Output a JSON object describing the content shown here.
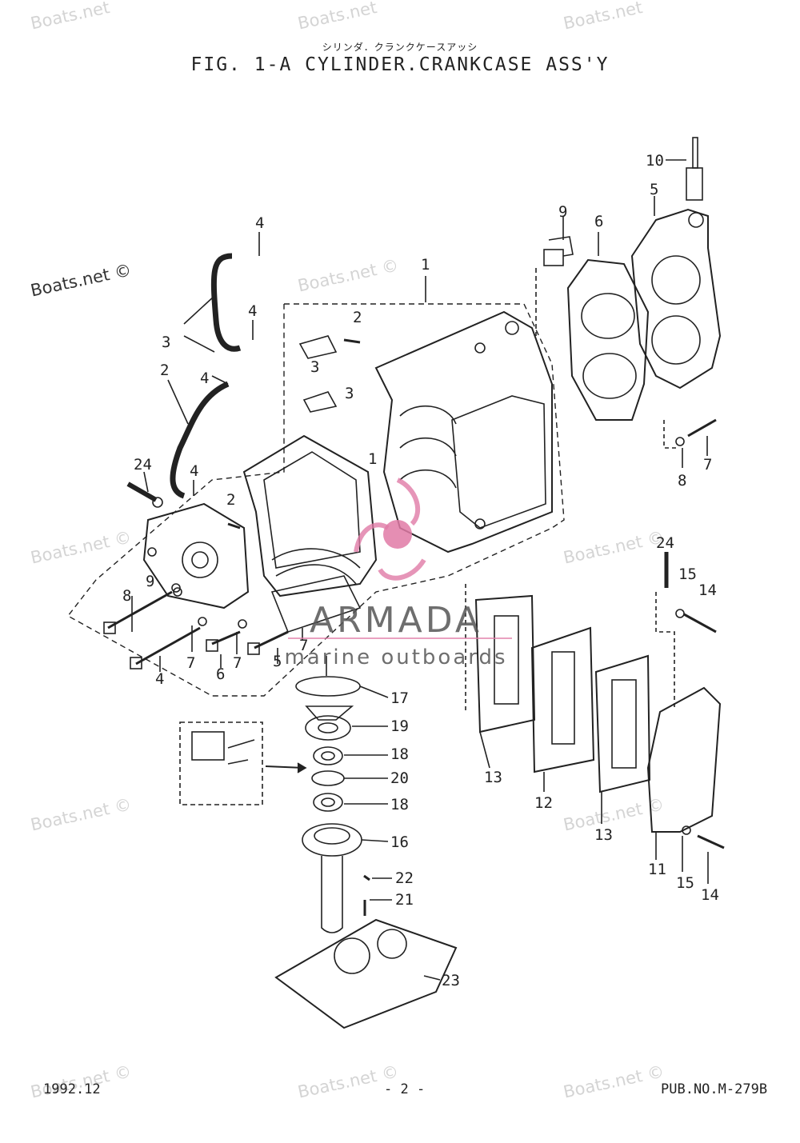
{
  "header": {
    "subtitle_jp": "シリンダ．クランクケースアッシ",
    "title": "FIG.  1-A CYLINDER.CRANKCASE ASS'Y"
  },
  "footer": {
    "date": "1992.12",
    "page": "- 2 -",
    "pub_no": "PUB.NO.M-279B"
  },
  "watermarks": {
    "site": "Boats.net",
    "site_main": "Boats.net ©",
    "brand": "ARMADA",
    "brand_sub": "marine outboards"
  },
  "callouts": [
    "1",
    "2",
    "2",
    "2",
    "3",
    "3",
    "3",
    "4",
    "4",
    "4",
    "4",
    "4",
    "5",
    "5",
    "6",
    "6",
    "7",
    "7",
    "7",
    "7",
    "8",
    "8",
    "9",
    "9",
    "10",
    "11",
    "12",
    "13",
    "13",
    "14",
    "14",
    "15",
    "15",
    "16",
    "17",
    "18",
    "18",
    "19",
    "20",
    "21",
    "22",
    "23",
    "24",
    "24"
  ],
  "colors": {
    "ink": "#222222",
    "logo_pink": "#e07aa6",
    "watermark": "#d4d4d4"
  }
}
